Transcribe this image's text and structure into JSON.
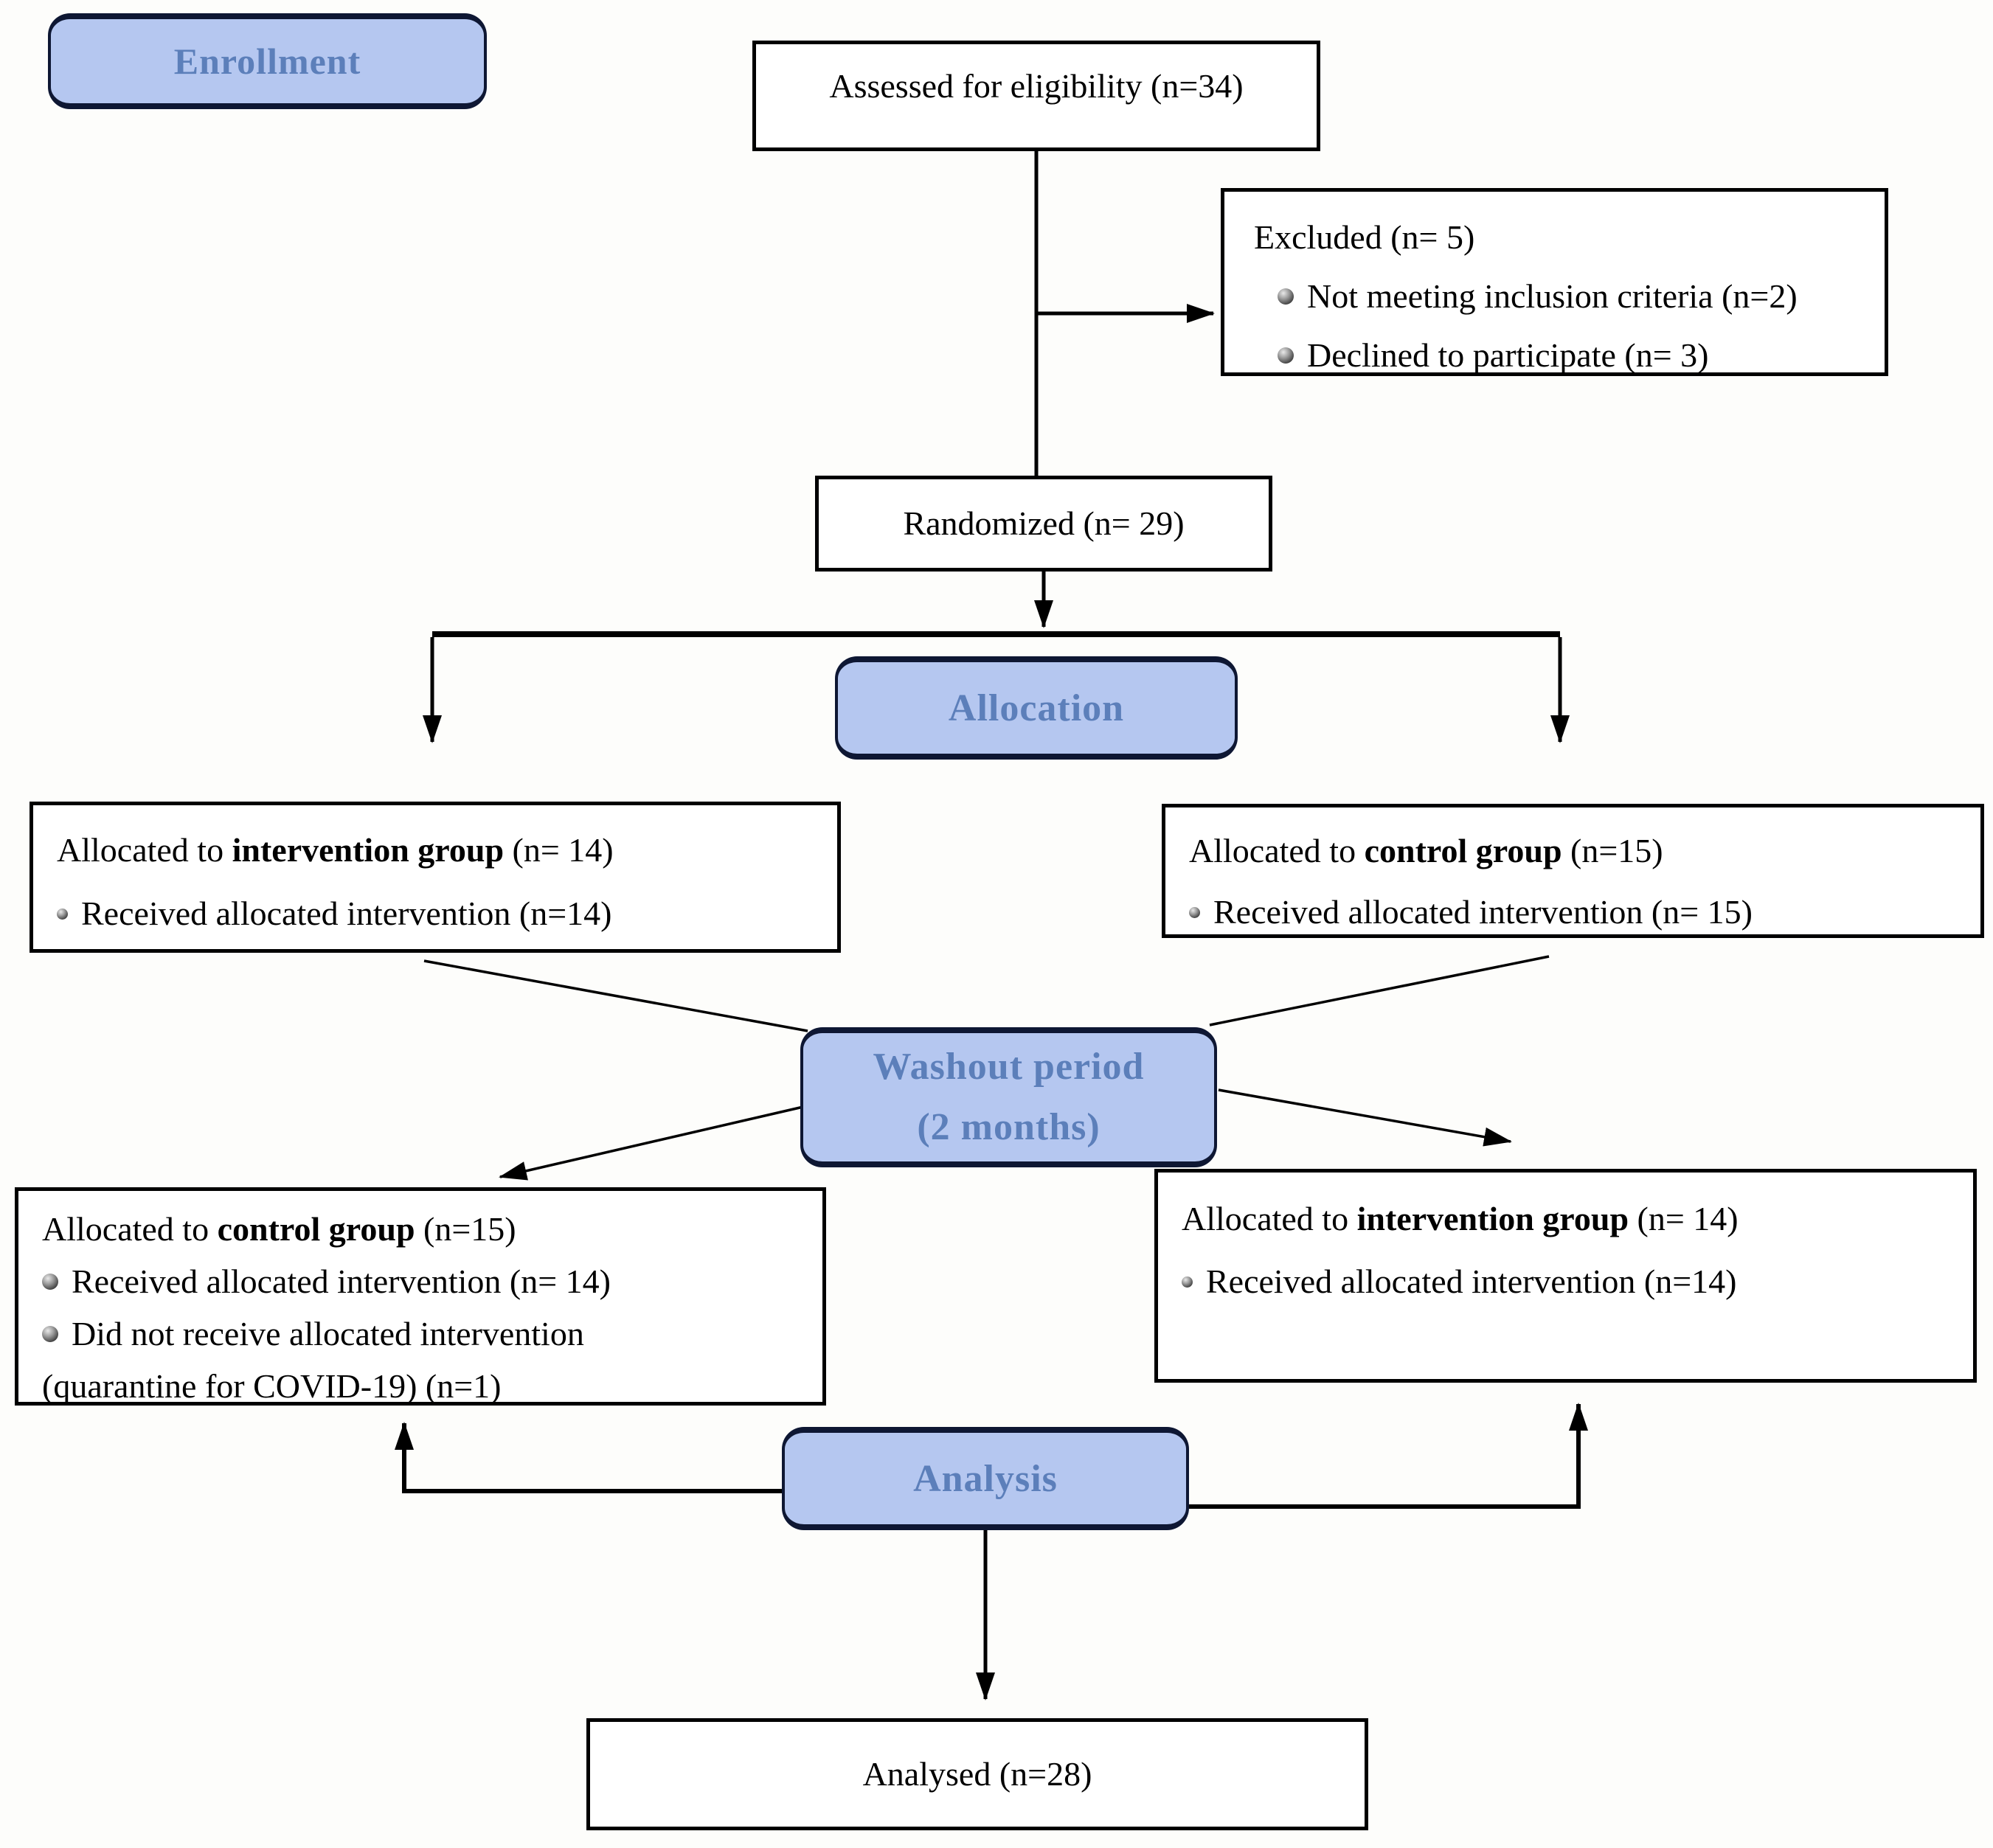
{
  "stages": {
    "enrollment": "Enrollment",
    "allocation": "Allocation",
    "washout": [
      "Washout period",
      "(2 months)"
    ],
    "analysis": "Analysis"
  },
  "boxes": {
    "assessed": {
      "text": "Assessed for eligibility (n=34)"
    },
    "excluded": {
      "title": "Excluded (n= 5)",
      "bullets": [
        "Not meeting inclusion criteria (n=2)",
        "Declined to participate (n= 3)"
      ]
    },
    "randomized": {
      "text": "Randomized (n= 29)"
    },
    "alloc_intervention": {
      "title": [
        {
          "text": "Allocated to "
        },
        {
          "text": "intervention group",
          "bold": true
        },
        {
          "text": " (n= 14)"
        }
      ],
      "bullets": [
        "Received allocated intervention (n=14)"
      ]
    },
    "alloc_control": {
      "title": [
        {
          "text": "Allocated to "
        },
        {
          "text": "control group",
          "bold": true
        },
        {
          "text": " (n=15)"
        }
      ],
      "bullets": [
        "Received allocated intervention (n= 15)"
      ]
    },
    "swap_control": {
      "title": [
        {
          "text": "Allocated to "
        },
        {
          "text": "control group",
          "bold": true
        },
        {
          "text": " (n=15)"
        }
      ],
      "bullets": [
        "Received allocated intervention (n= 14)",
        "Did not receive allocated intervention"
      ],
      "continuation": "(quarantine for COVID-19) (n=1)"
    },
    "swap_intervention": {
      "title": [
        {
          "text": "Allocated to "
        },
        {
          "text": "intervention group",
          "bold": true
        },
        {
          "text": " (n= 14)"
        }
      ],
      "bullets": [
        "Received allocated intervention (n=14)"
      ]
    },
    "analysed": {
      "text": "Analysed (n=28)"
    }
  },
  "colors": {
    "stage_fill": "#b5c7f0",
    "stage_text": "#5c7fba",
    "stage_border": "#0e1733",
    "box_border": "#000000",
    "connector": "#000000",
    "background": "#fdfdfb"
  }
}
